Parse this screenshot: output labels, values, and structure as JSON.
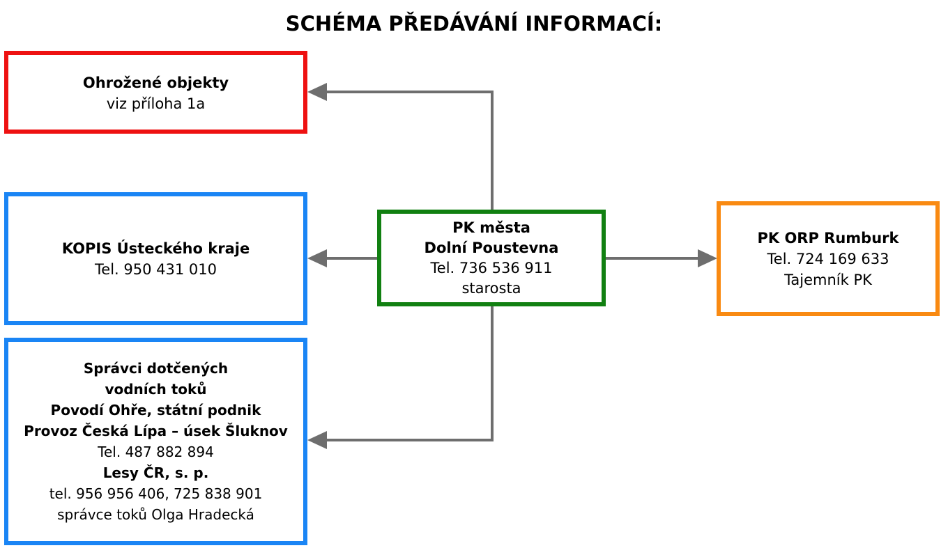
{
  "title": "SCHÉMA PŘEDÁVÁNÍ INFORMACÍ:",
  "colors": {
    "red": "#ee1111",
    "blue": "#1a85f5",
    "green": "#118011",
    "orange": "#f98a12",
    "arrow": "#6e6e6e"
  },
  "boxes": {
    "threatened": {
      "name": "Ohrožené objekty",
      "detail": "viz příloha 1a"
    },
    "kopis": {
      "name": "KOPIS Ústeckého kraje",
      "phone": "Tel. 950 431 010"
    },
    "center": {
      "name_line1": "PK města",
      "name_line2": "Dolní Poustevna",
      "phone": "Tel. 736 536 911",
      "role": "starosta"
    },
    "orp": {
      "name": "PK ORP Rumburk",
      "phone": "Tel. 724 169 633",
      "role": "Tajemník PK"
    },
    "water": {
      "line1": "Správci dotčených",
      "line2": "vodních toků",
      "line3": "Povodí Ohře, státní podnik",
      "line4": "Provoz Česká Lípa – úsek Šluknov",
      "line5": "Tel. 487 882 894",
      "line6": "Lesy ČR, s. p.",
      "line7": "tel. 956 956 406, 725 838 901",
      "line8": "správce toků Olga Hradecká"
    }
  }
}
